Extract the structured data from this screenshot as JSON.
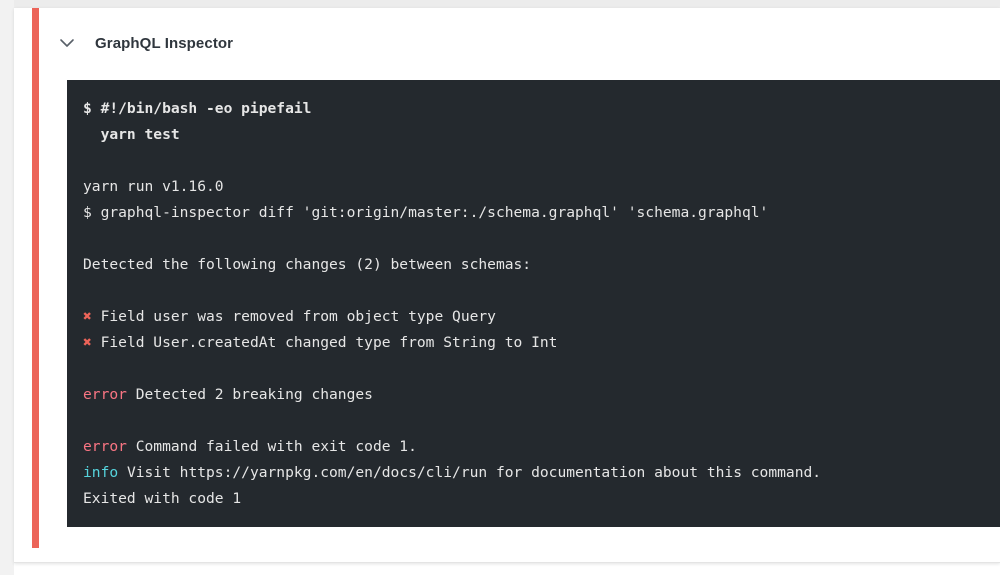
{
  "page": {
    "background_color": "#ffffff",
    "gutter_color": "#f2f2f2",
    "accent_color": "#ec6459"
  },
  "card": {
    "header": {
      "collapse_icon": "chevron-down-icon",
      "title": "GraphQL Inspector"
    },
    "terminal": {
      "background_color": "#24292e",
      "text_color": "#e6e6e6",
      "error_color": "#f97583",
      "info_color": "#56d4dd",
      "cross_color": "#ec6459",
      "lines": [
        {
          "id": "cmd-shebang",
          "bold": true,
          "segments": [
            {
              "type": "default",
              "text": "$ #!/bin/bash -eo pipefail"
            }
          ]
        },
        {
          "id": "cmd-yarn-test",
          "bold": true,
          "segments": [
            {
              "type": "default",
              "text": "  yarn test"
            }
          ]
        },
        {
          "id": "blank-1",
          "blank": true,
          "segments": []
        },
        {
          "id": "yarn-version",
          "segments": [
            {
              "type": "default",
              "text": "yarn run v1.16.0"
            }
          ]
        },
        {
          "id": "inspector-diff",
          "segments": [
            {
              "type": "default",
              "text": "$ graphql-inspector diff 'git:origin/master:./schema.graphql' 'schema.graphql'"
            }
          ]
        },
        {
          "id": "blank-2",
          "blank": true,
          "segments": []
        },
        {
          "id": "detected-changes",
          "segments": [
            {
              "type": "default",
              "text": "Detected the following changes (2) between schemas:"
            }
          ]
        },
        {
          "id": "blank-3",
          "blank": true,
          "segments": []
        },
        {
          "id": "change-1",
          "segments": [
            {
              "type": "cross",
              "text": "✖"
            },
            {
              "type": "default",
              "text": " Field user was removed from object type Query"
            }
          ]
        },
        {
          "id": "change-2",
          "segments": [
            {
              "type": "cross",
              "text": "✖"
            },
            {
              "type": "default",
              "text": " Field User.createdAt changed type from String to Int"
            }
          ]
        },
        {
          "id": "blank-4",
          "blank": true,
          "segments": []
        },
        {
          "id": "error-breaking",
          "segments": [
            {
              "type": "error",
              "text": "error"
            },
            {
              "type": "default",
              "text": " Detected 2 breaking changes"
            }
          ]
        },
        {
          "id": "blank-5",
          "blank": true,
          "segments": []
        },
        {
          "id": "error-exit",
          "segments": [
            {
              "type": "error",
              "text": "error"
            },
            {
              "type": "default",
              "text": " Command failed with exit code 1."
            }
          ]
        },
        {
          "id": "info-docs",
          "segments": [
            {
              "type": "info",
              "text": "info"
            },
            {
              "type": "default",
              "text": " Visit https://yarnpkg.com/en/docs/cli/run for documentation about this command."
            }
          ]
        },
        {
          "id": "exited-code",
          "segments": [
            {
              "type": "default",
              "text": "Exited with code 1"
            }
          ]
        }
      ]
    }
  }
}
